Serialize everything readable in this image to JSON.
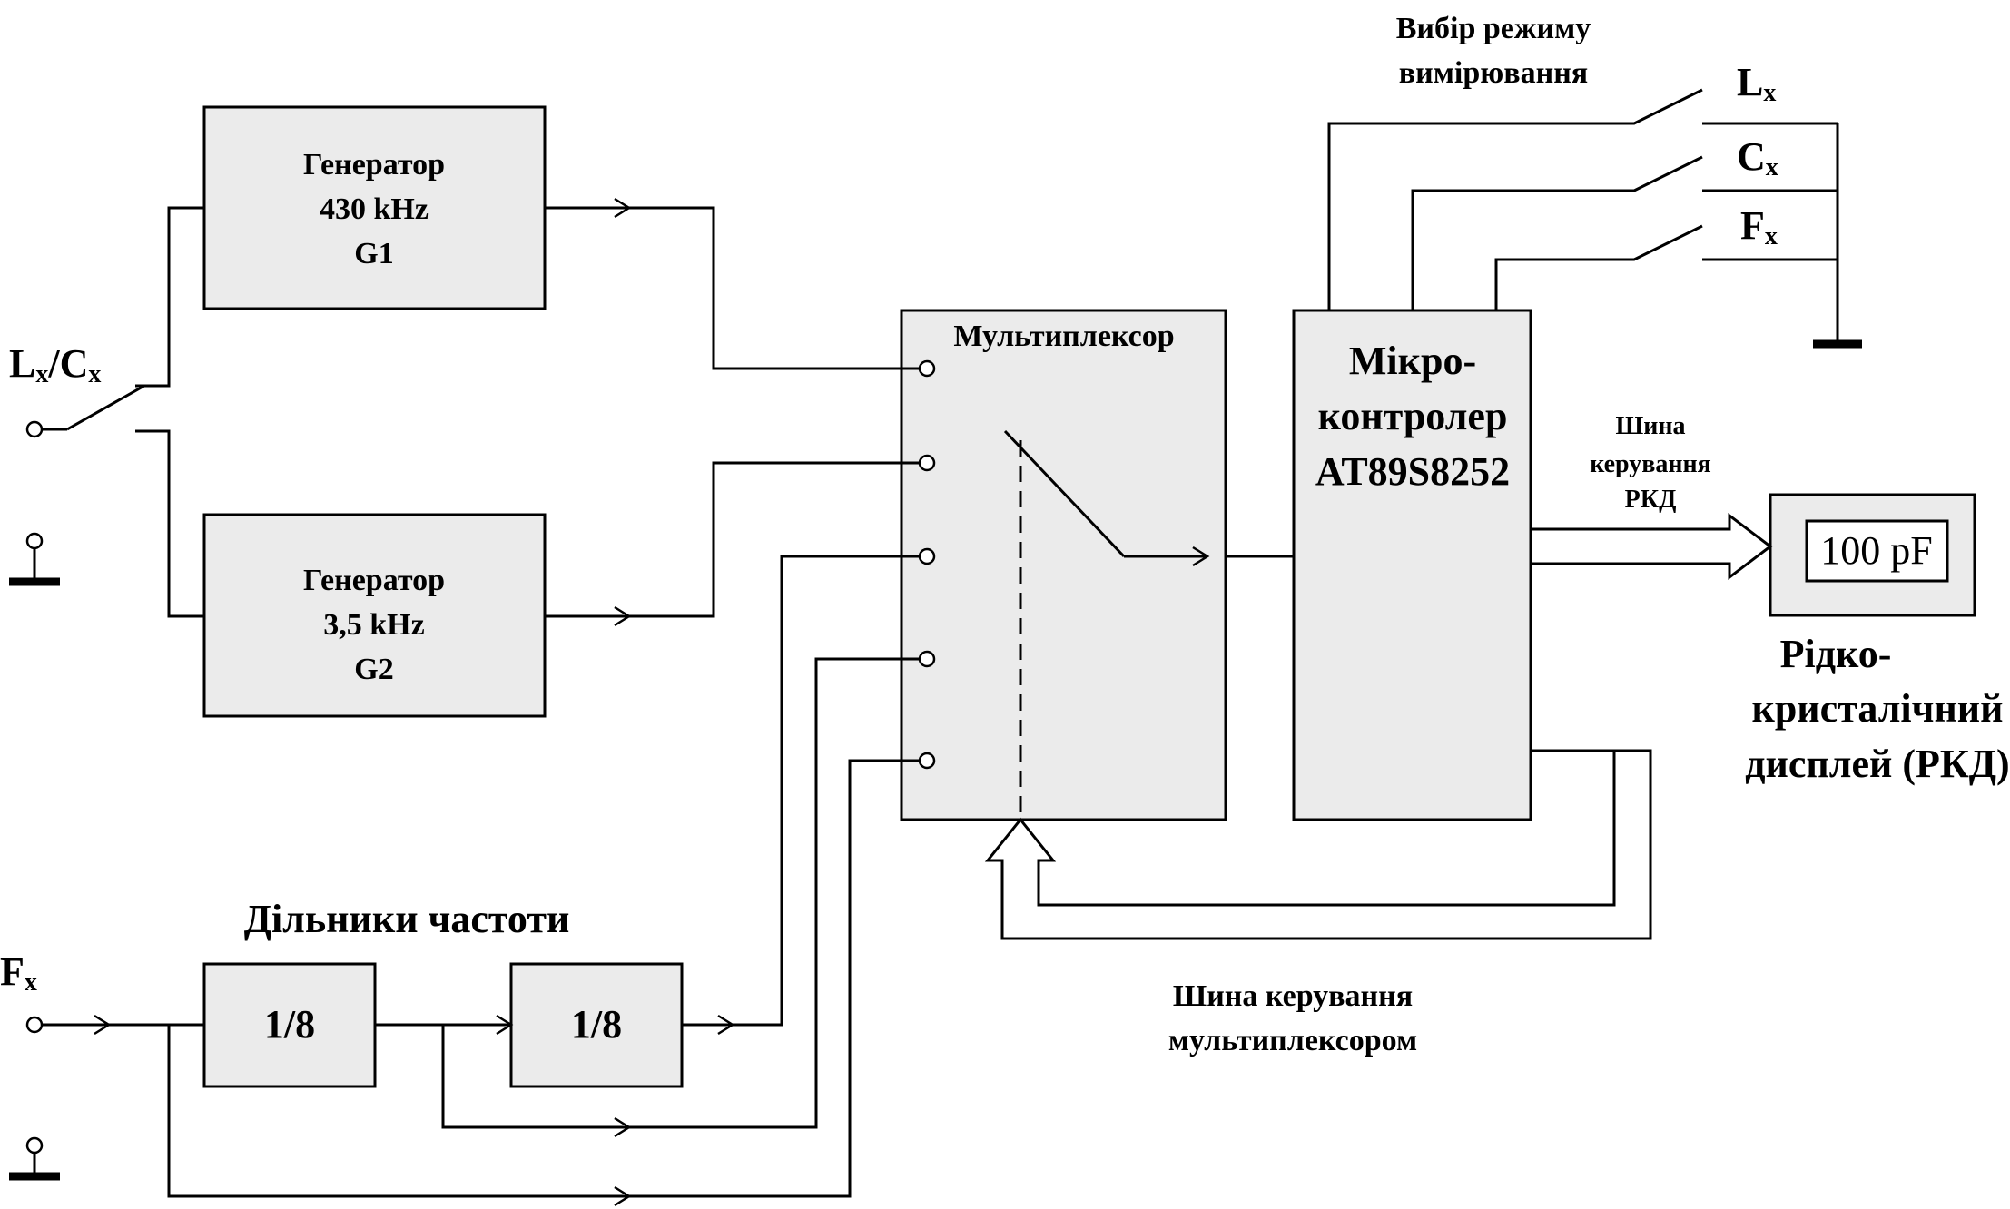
{
  "generator1": {
    "line1": "Генератор",
    "line2": "430 kHz",
    "line3": "G1"
  },
  "generator2": {
    "line1": "Генератор",
    "line2": "3,5 kHz",
    "line3": "G2"
  },
  "multiplexer": {
    "title": "Мультиплексор"
  },
  "microcontroller": {
    "line1": "Мікро-",
    "line2": "контролер",
    "line3": "AT89S8252"
  },
  "display": {
    "value": "100 pF",
    "label1": "Рідко-",
    "label2": "кристалічний",
    "label3": "дисплей (РКД)"
  },
  "mode_select": {
    "line1": "Вибір режиму",
    "line2": "вимірювання"
  },
  "switch_labels": {
    "lx": "L",
    "cx": "C",
    "fx": "F",
    "sub": "x"
  },
  "input_lc": {
    "l": "L",
    "sub1": "x",
    "slash": "/C",
    "sub2": "x"
  },
  "input_f": {
    "f": "F",
    "sub": "x"
  },
  "dividers": {
    "title": "Дільники  частоти",
    "d1": "1/8",
    "d2": "1/8"
  },
  "lcd_bus": {
    "line1": "Шина",
    "line2": "керування",
    "line3": "РКД"
  },
  "mux_bus": {
    "line1": "Шина керування",
    "line2": "мультиплексором"
  },
  "colors": {
    "block_fill": "#ebebeb",
    "line": "#000000",
    "background": "#ffffff"
  }
}
